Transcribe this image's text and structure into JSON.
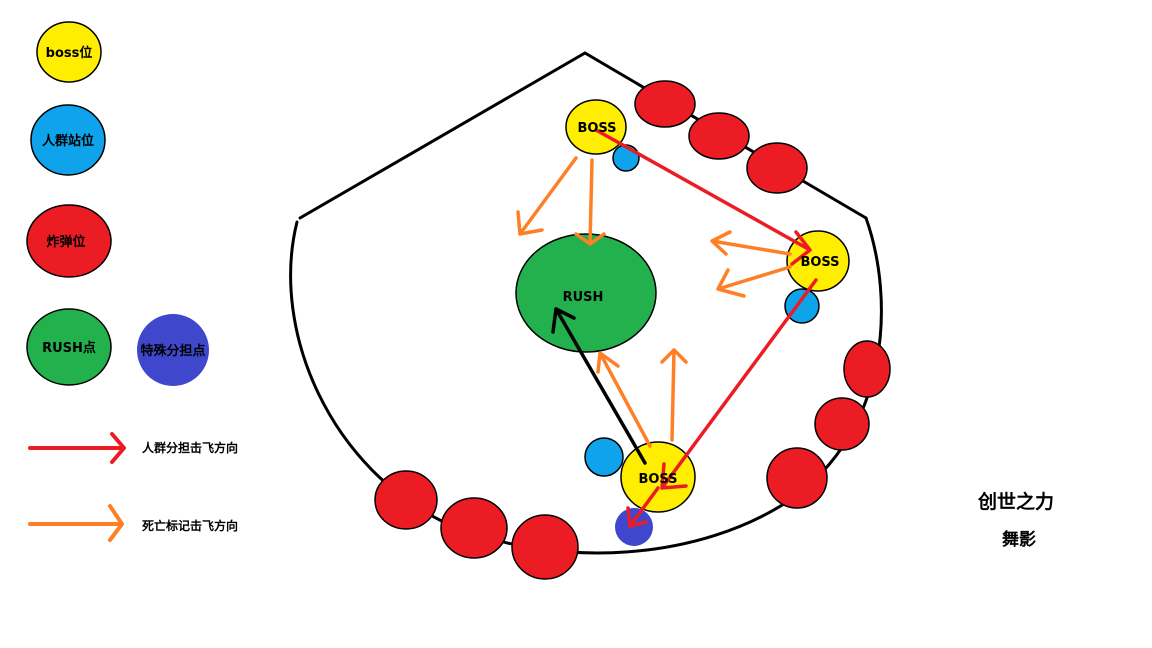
{
  "colors": {
    "boss": "#ffee00",
    "crowd": "#0ea3ea",
    "bomb": "#ec1c24",
    "rush": "#22b14c",
    "special": "#3f48cc",
    "red_arrow": "#ec1c24",
    "orange_arrow": "#ff7f27",
    "outline": "#000000"
  },
  "legend": {
    "boss": "boss位",
    "crowd": "人群站位",
    "bomb": "炸弹位",
    "rush": "RUSH点",
    "special": "特殊分担点",
    "red_arrow": "人群分担击飞方向",
    "orange_arrow": "死亡标记击飞方向"
  },
  "arena": {
    "rush_label": "RUSH",
    "boss_labels": [
      "BOSS",
      "BOSS",
      "BOSS"
    ]
  },
  "title": {
    "main": "创世之力",
    "sub": "舞影"
  }
}
